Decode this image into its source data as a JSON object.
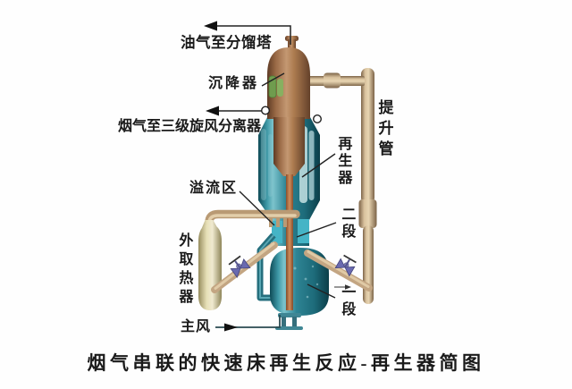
{
  "labels": {
    "oil_gas_to_fractionator": "油气至分馏塔",
    "settler": "沉降器",
    "flue_gas_to_cyclone": "烟气至三级旋风分离器",
    "riser": "提升管",
    "regenerator": "再生器",
    "overflow_zone": "溢流区",
    "second_stage": "二段",
    "external_heat_extractor": "外取热器",
    "first_stage": "一段",
    "main_air": "主风",
    "caption": "烟气串联的快速床再生反应-再生器简图"
  },
  "colors": {
    "background": "#fefefe",
    "settler_copper": "#a9734c",
    "regenerator_teal": "#2e8494",
    "pipe_tan": "#c9ad8b",
    "heat_exchanger_cream": "#ddd6a8",
    "inner_pipe_orange": "#c07a4a",
    "valve_blue": "#6a6ab0",
    "annotation_black": "#222222"
  },
  "icons": {
    "left_arrow": "flow arrow pointing left",
    "right_arrow": "flow arrow pointing right",
    "valve": "control valve on pipe",
    "vent_circle": "vent port marker"
  }
}
